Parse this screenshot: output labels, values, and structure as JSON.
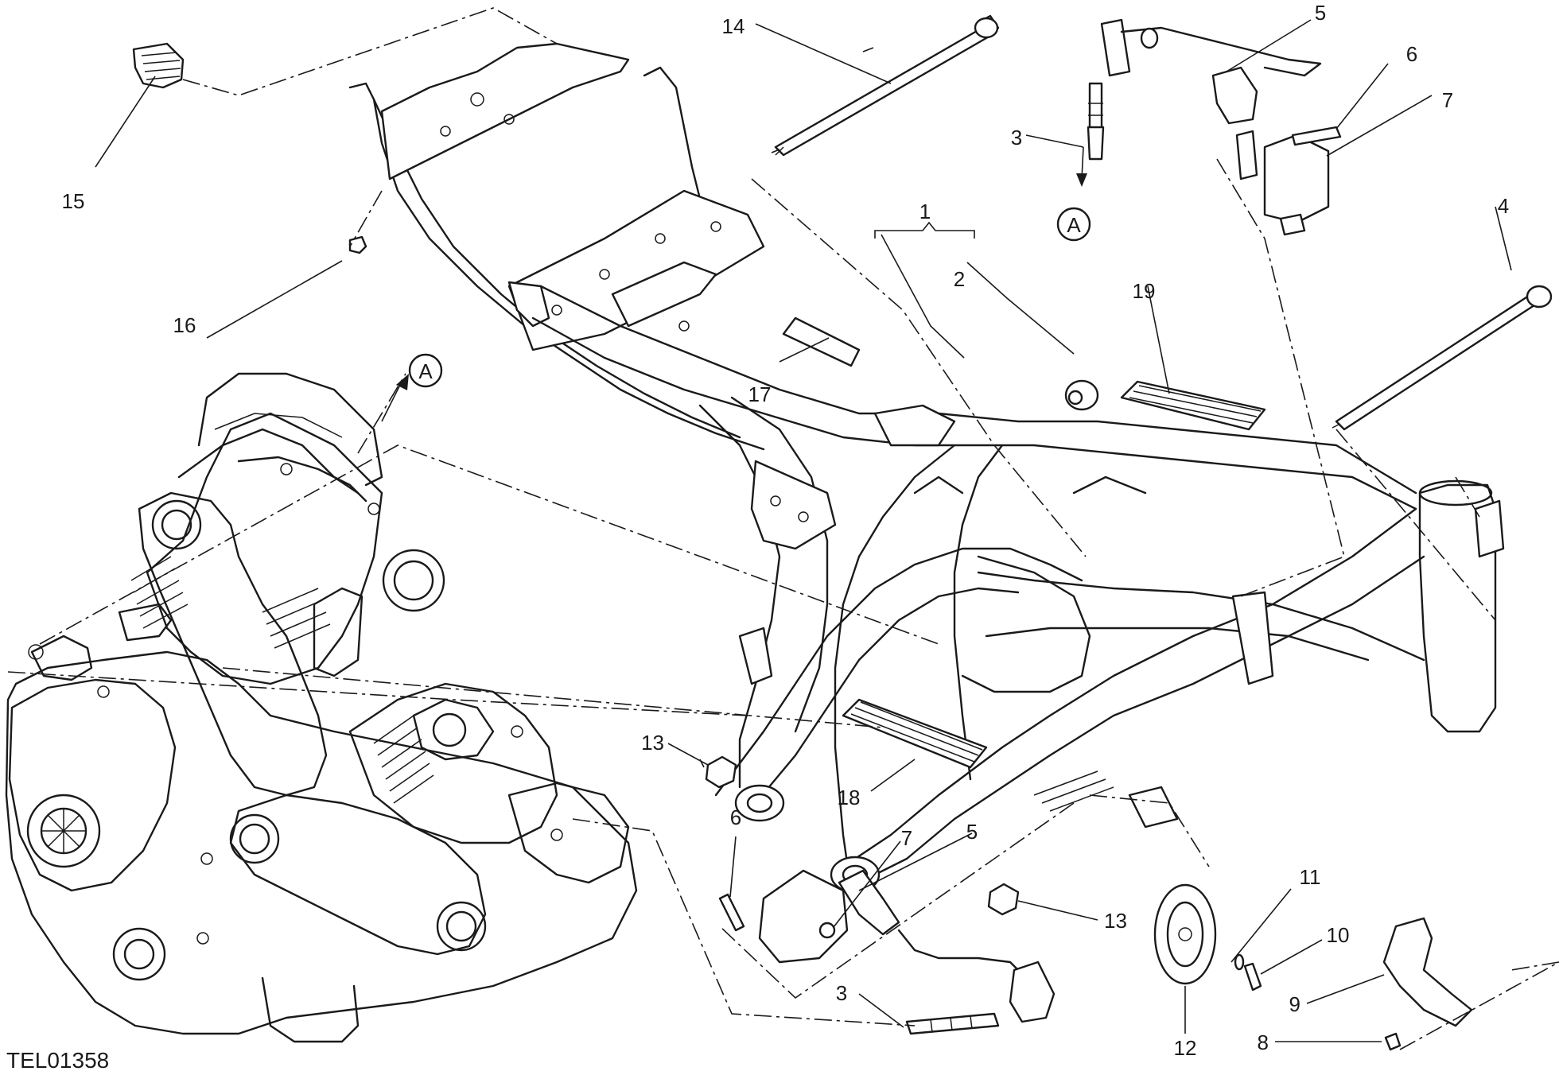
{
  "diagram_code": "TEL01358",
  "reference_marker": "A",
  "callouts": [
    {
      "id": "c1",
      "text": "1"
    },
    {
      "id": "c2",
      "text": "2"
    },
    {
      "id": "c3a",
      "text": "3"
    },
    {
      "id": "c3b",
      "text": "3"
    },
    {
      "id": "c4",
      "text": "4"
    },
    {
      "id": "c5a",
      "text": "5"
    },
    {
      "id": "c5b",
      "text": "5"
    },
    {
      "id": "c6a",
      "text": "6"
    },
    {
      "id": "c6b",
      "text": "6"
    },
    {
      "id": "c7a",
      "text": "7"
    },
    {
      "id": "c7b",
      "text": "7"
    },
    {
      "id": "c8",
      "text": "8"
    },
    {
      "id": "c9",
      "text": "9"
    },
    {
      "id": "c10",
      "text": "10"
    },
    {
      "id": "c11",
      "text": "11"
    },
    {
      "id": "c12",
      "text": "12"
    },
    {
      "id": "c13a",
      "text": "13"
    },
    {
      "id": "c13b",
      "text": "13"
    },
    {
      "id": "c14",
      "text": "14"
    },
    {
      "id": "c15",
      "text": "15"
    },
    {
      "id": "c16",
      "text": "16"
    },
    {
      "id": "c17",
      "text": "17"
    },
    {
      "id": "c18",
      "text": "18"
    },
    {
      "id": "c19",
      "text": "19"
    }
  ]
}
